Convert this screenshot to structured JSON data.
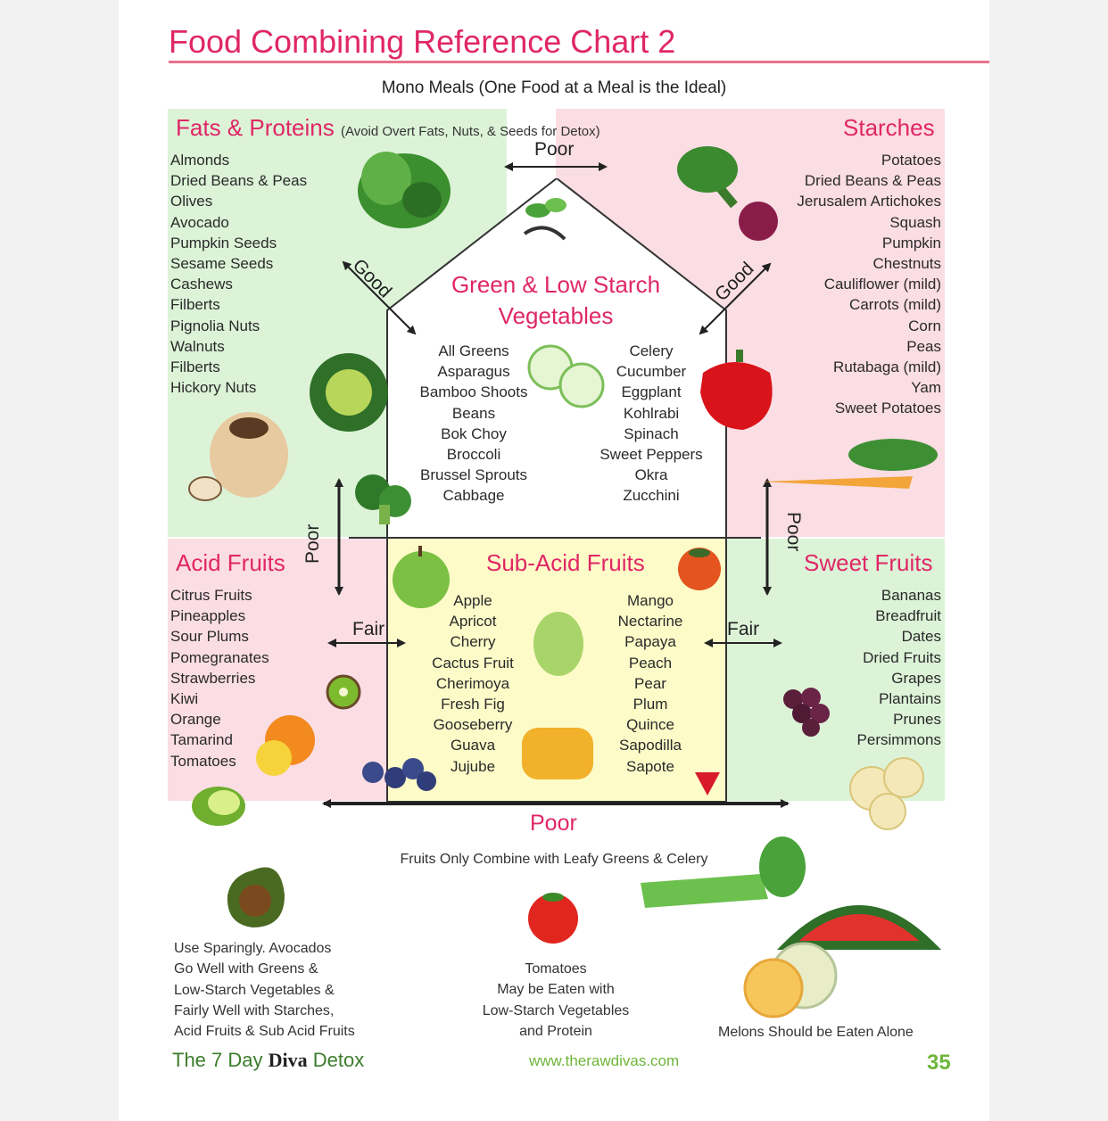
{
  "header": {
    "title": "Food Combining Reference Chart 2",
    "subtitle": "Mono Meals (One Food at a Meal is the Ideal)"
  },
  "fats": {
    "title": "Fats & Proteins",
    "note": "(Avoid Overt Fats, Nuts, & Seeds for Detox)",
    "items": [
      "Almonds",
      "Dried Beans & Peas",
      "Olives",
      "Avocado",
      "Pumpkin Seeds",
      "Sesame Seeds",
      "Cashews",
      "Filberts",
      "Pignolia Nuts",
      "Walnuts",
      "Filberts",
      "Hickory Nuts"
    ]
  },
  "starches": {
    "title": "Starches",
    "items": [
      "Potatoes",
      "Dried Beans & Peas",
      "Jerusalem Artichokes",
      "Squash",
      "Pumpkin",
      "Chestnuts",
      "Cauliflower (mild)",
      "Carrots (mild)",
      "Corn",
      "Peas",
      "Rutabaga (mild)",
      "Yam",
      "Sweet Potatoes"
    ]
  },
  "greens": {
    "title_line1": "Green & Low Starch",
    "title_line2": "Vegetables",
    "left": [
      "All Greens",
      "Asparagus",
      "Bamboo Shoots",
      "Beans",
      "Bok Choy",
      "Broccoli",
      "Brussel Sprouts",
      "Cabbage"
    ],
    "right": [
      "Celery",
      "Cucumber",
      "Eggplant",
      "Kohlrabi",
      "Spinach",
      "Sweet Peppers",
      "Okra",
      "Zucchini"
    ]
  },
  "acid": {
    "title": "Acid Fruits",
    "items": [
      "Citrus Fruits",
      "Pineapples",
      "Sour Plums",
      "Pomegranates",
      "Strawberries",
      "Kiwi",
      "Orange",
      "Tamarind",
      "Tomatoes"
    ]
  },
  "subacid": {
    "title": "Sub-Acid Fruits",
    "left": [
      "Apple",
      "Apricot",
      "Cherry",
      "Cactus Fruit",
      "Cherimoya",
      "Fresh Fig",
      "Gooseberry",
      "Guava",
      "Jujube"
    ],
    "right": [
      "Mango",
      "Nectarine",
      "Papaya",
      "Peach",
      "Pear",
      "Plum",
      "Quince",
      "Sapodilla",
      "Sapote"
    ]
  },
  "sweet": {
    "title": "Sweet Fruits",
    "items": [
      "Bananas",
      "Breadfruit",
      "Dates",
      "Dried Fruits",
      "Grapes",
      "Plantains",
      "Prunes",
      "Persimmons"
    ]
  },
  "arrows": {
    "top": "Poor",
    "good_left": "Good",
    "good_right": "Good",
    "poor_left": "Poor",
    "poor_right": "Poor",
    "fair_left": "Fair",
    "fair_right": "Fair",
    "bottom": "Poor"
  },
  "bottom": {
    "fruits_note": "Fruits Only Combine with Leafy Greens & Celery",
    "avocado_note": [
      "Use Sparingly.  Avocados",
      "Go Well with Greens &",
      "Low-Starch Vegetables &",
      "Fairly Well with Starches,",
      "Acid Fruits & Sub Acid Fruits"
    ],
    "tomato_note": [
      "Tomatoes",
      "May be Eaten with",
      "Low-Starch Vegetables",
      "and Protein"
    ],
    "melon_note": "Melons Should be Eaten Alone"
  },
  "footer": {
    "brand_pre": "The 7 Day ",
    "brand_bold": "Diva",
    "brand_post": " Detox",
    "url": "www.therawdivas.com",
    "page": "35"
  },
  "colors": {
    "accent_pink": "#e02766",
    "green_bg": "#dcf3d8",
    "pink_bg": "#fbdde4",
    "yellow_bg": "#fdfbc8",
    "footer_green": "#6fb63a"
  }
}
